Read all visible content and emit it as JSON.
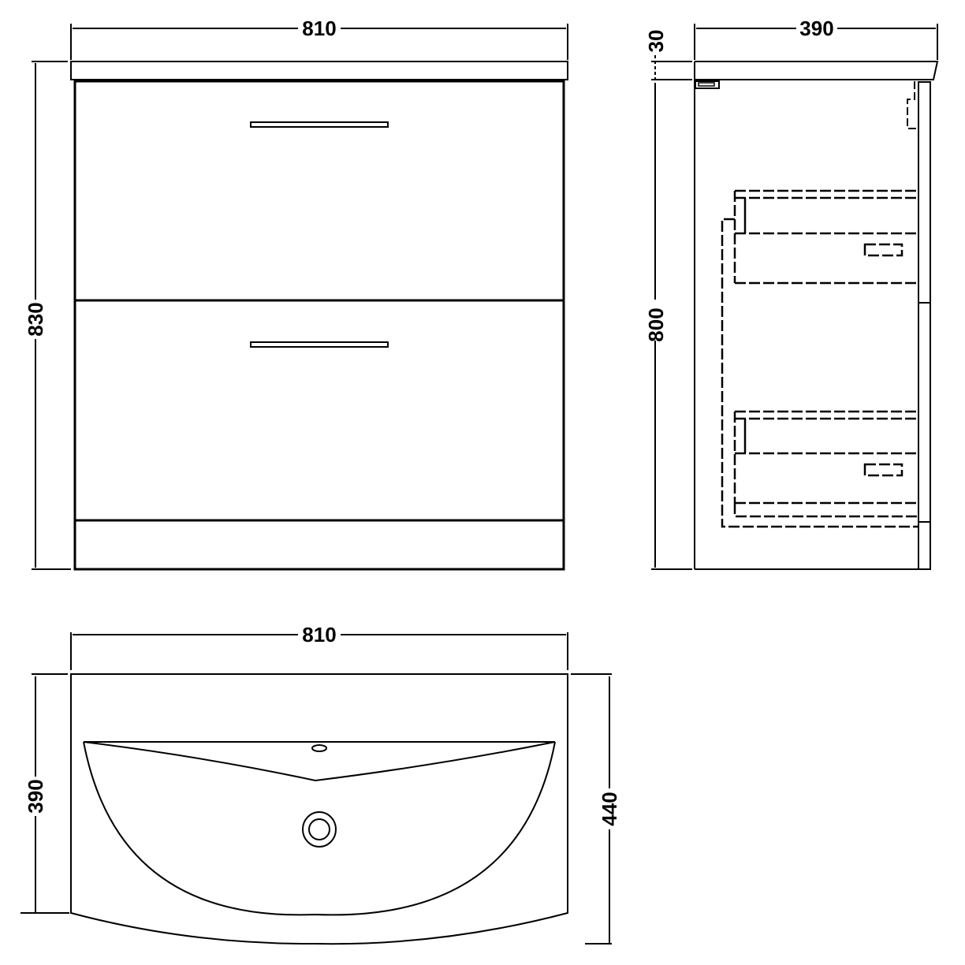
{
  "drawing": {
    "units": "mm",
    "line_color": "#000000",
    "background": "#ffffff"
  },
  "front_view": {
    "width_label": "810",
    "height_label": "830",
    "drawers": 2
  },
  "side_view": {
    "depth_label": "390",
    "top_thickness_label": "30",
    "height_label": "800"
  },
  "top_view": {
    "width_label": "810",
    "depth_edge_label": "390",
    "depth_total_label": "440"
  }
}
